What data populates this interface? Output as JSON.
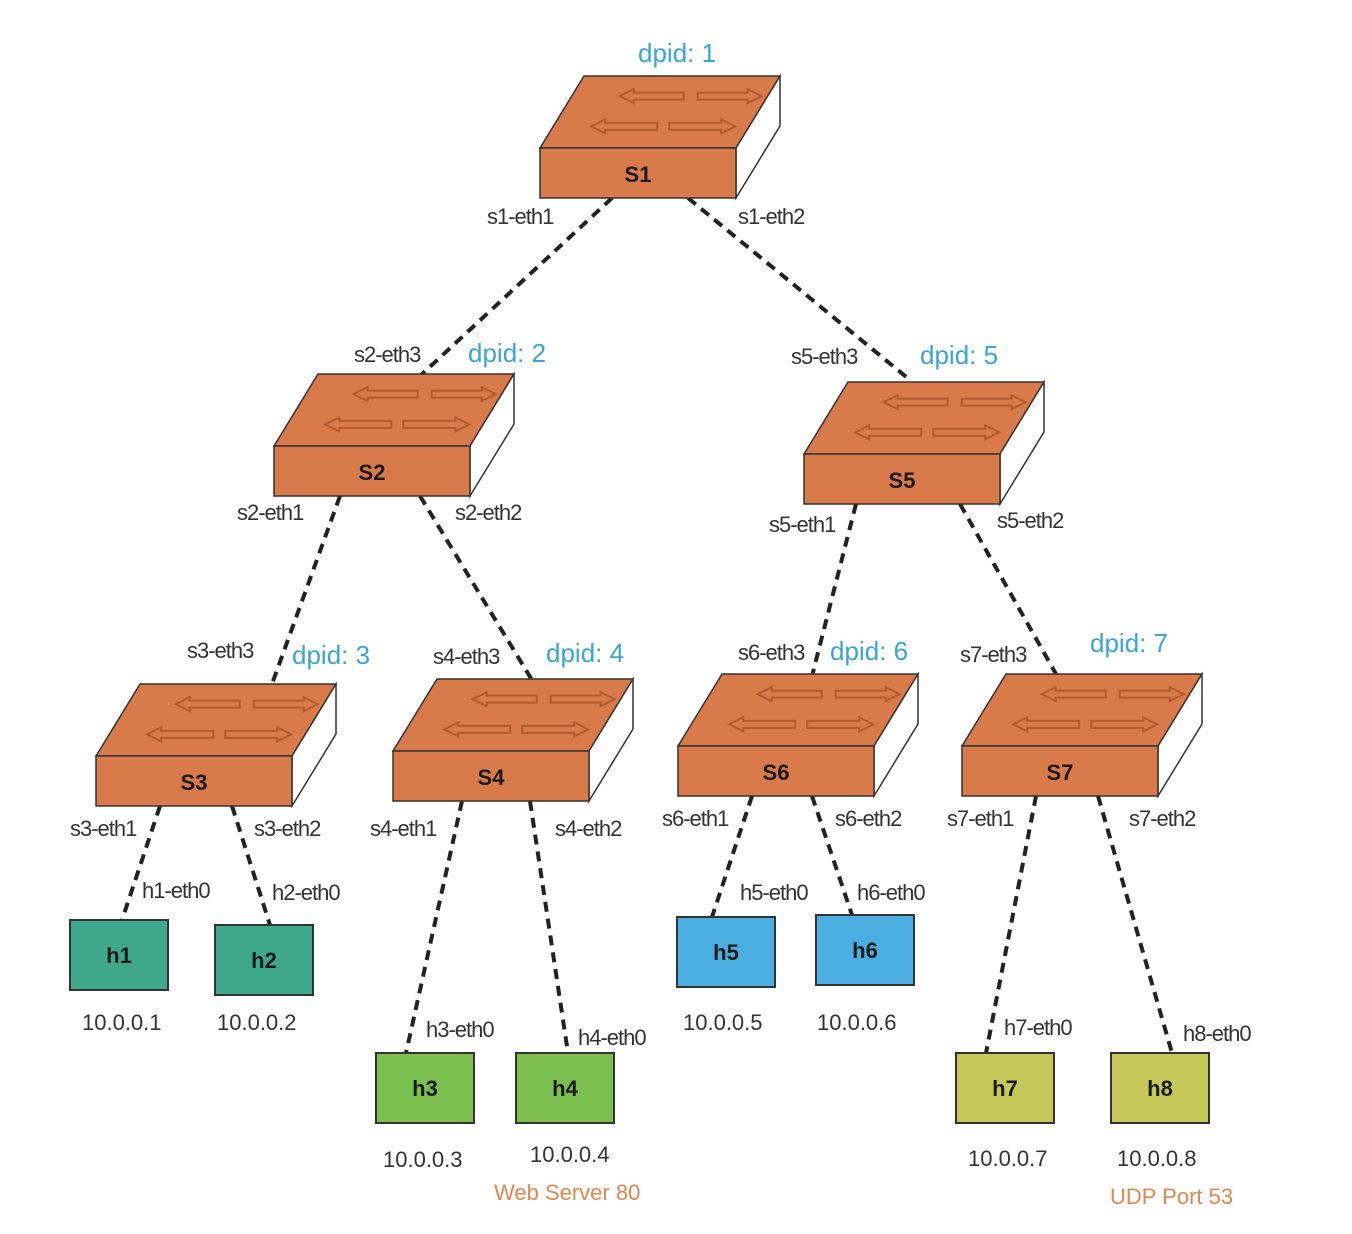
{
  "colors": {
    "switch_top": "#d97a4a",
    "switch_front": "#d97a4a",
    "switch_arrow": "#b05a30",
    "dpid_text": "#3aa6d6",
    "note_text": "#e0884f",
    "hosts_green": "#3fa88a",
    "hosts_lightgreen": "#7bbf4e",
    "hosts_blue": "#4aaee0",
    "hosts_olive": "#c6c95a"
  },
  "switches": [
    {
      "id": "S1",
      "label": "S1",
      "dpid": "dpid: 1"
    },
    {
      "id": "S2",
      "label": "S2",
      "dpid": "dpid: 2"
    },
    {
      "id": "S3",
      "label": "S3",
      "dpid": "dpid: 3"
    },
    {
      "id": "S4",
      "label": "S4",
      "dpid": "dpid: 4"
    },
    {
      "id": "S5",
      "label": "S5",
      "dpid": "dpid: 5"
    },
    {
      "id": "S6",
      "label": "S6",
      "dpid": "dpid: 6"
    },
    {
      "id": "S7",
      "label": "S7",
      "dpid": "dpid: 7"
    }
  ],
  "hosts": [
    {
      "id": "h1",
      "label": "h1",
      "ip": "10.0.0.1",
      "port": "h1-eth0",
      "group": "green"
    },
    {
      "id": "h2",
      "label": "h2",
      "ip": "10.0.0.2",
      "port": "h2-eth0",
      "group": "green"
    },
    {
      "id": "h3",
      "label": "h3",
      "ip": "10.0.0.3",
      "port": "h3-eth0",
      "group": "lightgreen"
    },
    {
      "id": "h4",
      "label": "h4",
      "ip": "10.0.0.4",
      "port": "h4-eth0",
      "group": "lightgreen"
    },
    {
      "id": "h5",
      "label": "h5",
      "ip": "10.0.0.5",
      "port": "h5-eth0",
      "group": "blue"
    },
    {
      "id": "h6",
      "label": "h6",
      "ip": "10.0.0.6",
      "port": "h6-eth0",
      "group": "blue"
    },
    {
      "id": "h7",
      "label": "h7",
      "ip": "10.0.0.7",
      "port": "h7-eth0",
      "group": "olive"
    },
    {
      "id": "h8",
      "label": "h8",
      "ip": "10.0.0.8",
      "port": "h8-eth0",
      "group": "olive"
    }
  ],
  "links": [
    {
      "from": "S1",
      "to": "S2",
      "from_port": "s1-eth1",
      "to_port": "s2-eth3"
    },
    {
      "from": "S1",
      "to": "S5",
      "from_port": "s1-eth2",
      "to_port": "s5-eth3"
    },
    {
      "from": "S2",
      "to": "S3",
      "from_port": "s2-eth1",
      "to_port": "s3-eth3"
    },
    {
      "from": "S2",
      "to": "S4",
      "from_port": "s2-eth2",
      "to_port": "s4-eth3"
    },
    {
      "from": "S5",
      "to": "S6",
      "from_port": "s5-eth1",
      "to_port": "s6-eth3"
    },
    {
      "from": "S5",
      "to": "S7",
      "from_port": "s5-eth2",
      "to_port": "s7-eth3"
    },
    {
      "from": "S3",
      "to": "h1",
      "from_port": "s3-eth1",
      "to_port": "h1-eth0"
    },
    {
      "from": "S3",
      "to": "h2",
      "from_port": "s3-eth2",
      "to_port": "h2-eth0"
    },
    {
      "from": "S4",
      "to": "h3",
      "from_port": "s4-eth1",
      "to_port": "h3-eth0"
    },
    {
      "from": "S4",
      "to": "h4",
      "from_port": "s4-eth2",
      "to_port": "h4-eth0"
    },
    {
      "from": "S6",
      "to": "h5",
      "from_port": "s6-eth1",
      "to_port": "h5-eth0"
    },
    {
      "from": "S6",
      "to": "h6",
      "from_port": "s6-eth2",
      "to_port": "h6-eth0"
    },
    {
      "from": "S7",
      "to": "h7",
      "from_port": "s7-eth1",
      "to_port": "h7-eth0"
    },
    {
      "from": "S7",
      "to": "h8",
      "from_port": "s7-eth2",
      "to_port": "h8-eth0"
    }
  ],
  "notes": {
    "h4": "Web Server 80",
    "h8": "UDP Port 53"
  }
}
